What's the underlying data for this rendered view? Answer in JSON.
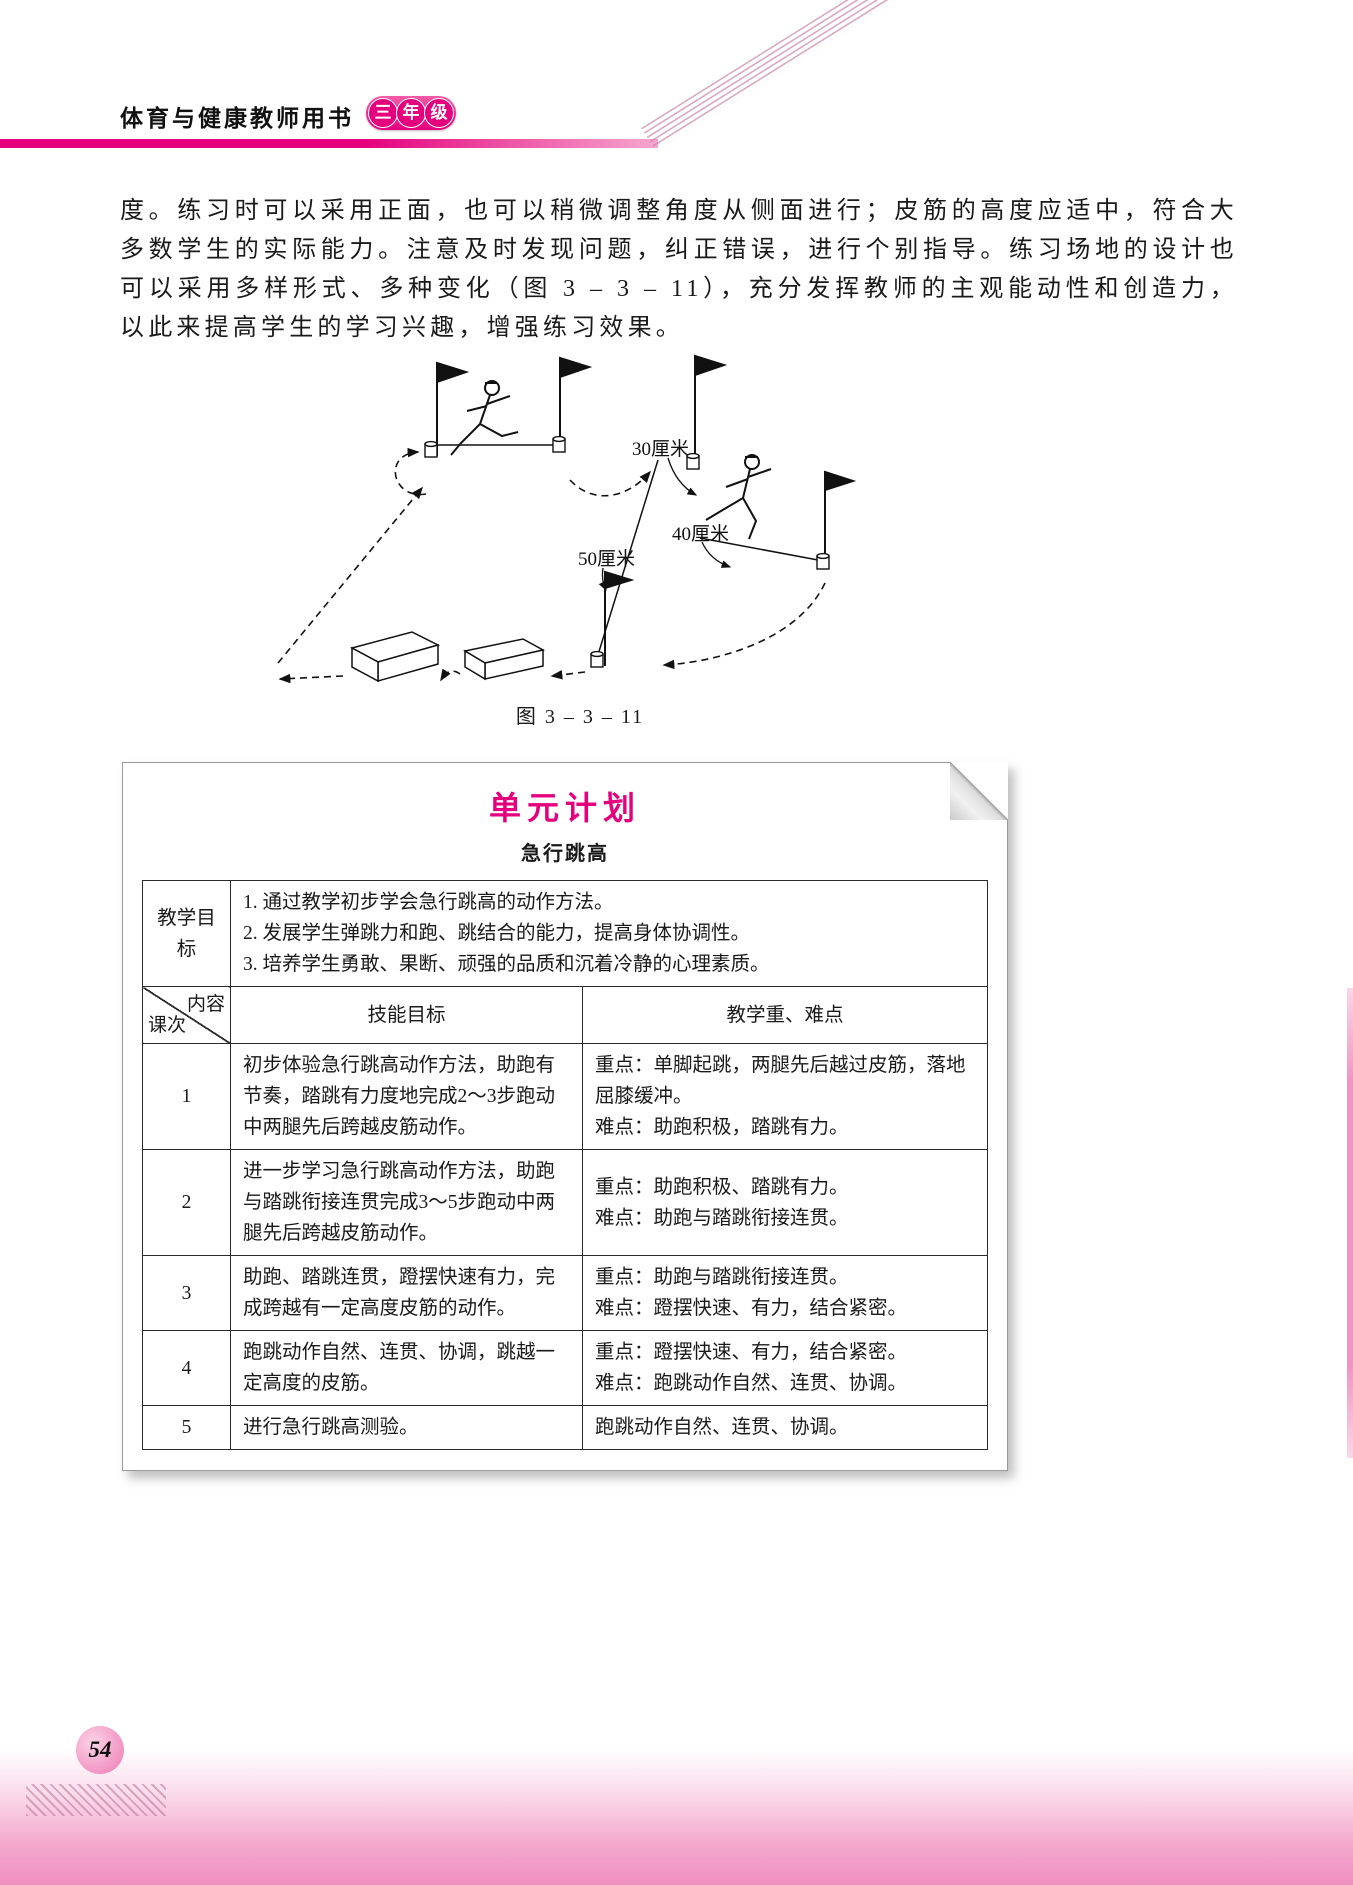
{
  "colors": {
    "accent_magenta": "#e5007d"
  },
  "header": {
    "book_title": "体育与健康教师用书",
    "grade_chars": [
      "三",
      "年",
      "级"
    ]
  },
  "intro": {
    "paragraph": "度。练习时可以采用正面，也可以稍微调整角度从侧面进行；皮筋的高度应适中，符合大多数学生的实际能力。注意及时发现问题，纠正错误，进行个别指导。练习场地的设计也可以采用多样形式、多种变化（图 3 – 3 – 11），充分发挥教师的主观能动性和创造力，以此来提高学生的学习兴趣，增强练习效果。"
  },
  "figure": {
    "labels": [
      "30厘米",
      "40厘米",
      "50厘米"
    ],
    "caption": "图 3 – 3 – 11"
  },
  "unit_plan": {
    "title": "单元计划",
    "subtitle": "急行跳高",
    "goal_label": "教学目标",
    "goals": [
      "1. 通过教学初步学会急行跳高的动作方法。",
      "2. 发展学生弹跳力和跑、跳结合的能力，提高身体协调性。",
      "3. 培养学生勇敢、果断、顽强的品质和沉着冷静的心理素质。"
    ],
    "table_header": {
      "corner_top": "内容",
      "corner_bottom": "课次",
      "skill": "技能目标",
      "points": "教学重、难点"
    },
    "rows": [
      {
        "lesson": "1",
        "skill": "初步体验急行跳高动作方法，助跑有节奏，踏跳有力度地完成2～3步跑动中两腿先后跨越皮筋动作。",
        "points": "重点：单脚起跳，两腿先后越过皮筋，落地屈膝缓冲。\n难点：助跑积极，踏跳有力。"
      },
      {
        "lesson": "2",
        "skill": "进一步学习急行跳高动作方法，助跑与踏跳衔接连贯完成3～5步跑动中两腿先后跨越皮筋动作。",
        "points": "重点：助跑积极、踏跳有力。\n难点：助跑与踏跳衔接连贯。"
      },
      {
        "lesson": "3",
        "skill": "助跑、踏跳连贯，蹬摆快速有力，完成跨越有一定高度皮筋的动作。",
        "points": "重点：助跑与踏跳衔接连贯。\n难点：蹬摆快速、有力，结合紧密。"
      },
      {
        "lesson": "4",
        "skill": "跑跳动作自然、连贯、协调，跳越一定高度的皮筋。",
        "points": "重点：蹬摆快速、有力，结合紧密。\n难点：跑跳动作自然、连贯、协调。"
      },
      {
        "lesson": "5",
        "skill": "进行急行跳高测验。",
        "points": "跑跳动作自然、连贯、协调。"
      }
    ]
  },
  "footer": {
    "page_number": "54"
  }
}
